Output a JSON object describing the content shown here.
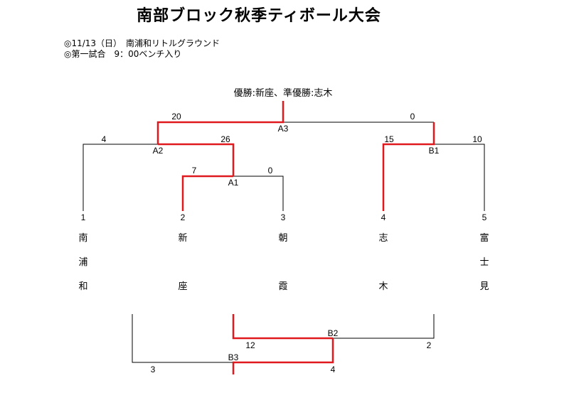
{
  "title": "南部ブロック秋季ティボール大会",
  "info": {
    "line1": "◎11/13（日）　南浦和リトルグラウンド",
    "line2": "◎第一試合　9：00ベンチ入り"
  },
  "result": "優勝:新座、準優勝:志木",
  "teams": [
    {
      "seed": "1",
      "chars": [
        "南",
        "浦",
        "和"
      ]
    },
    {
      "seed": "2",
      "chars": [
        "新",
        "座"
      ]
    },
    {
      "seed": "3",
      "chars": [
        "朝",
        "霞"
      ]
    },
    {
      "seed": "4",
      "chars": [
        "志",
        "木"
      ]
    },
    {
      "seed": "5",
      "chars": [
        "富",
        "士",
        "見"
      ]
    }
  ],
  "matches": {
    "A1": {
      "label": "A1",
      "scores": [
        "7",
        "0"
      ]
    },
    "A2": {
      "label": "A2",
      "scores": [
        "4",
        "26"
      ]
    },
    "A3": {
      "label": "A3",
      "scores": [
        "20",
        "0"
      ]
    },
    "B1": {
      "label": "B1",
      "scores": [
        "15",
        "10"
      ]
    },
    "B2": {
      "label": "B2",
      "scores": [
        "12",
        "2"
      ]
    },
    "B3": {
      "label": "B3",
      "scores": [
        "3",
        "4"
      ]
    }
  },
  "colors": {
    "line": "#000000",
    "winner": "#e0191e"
  }
}
